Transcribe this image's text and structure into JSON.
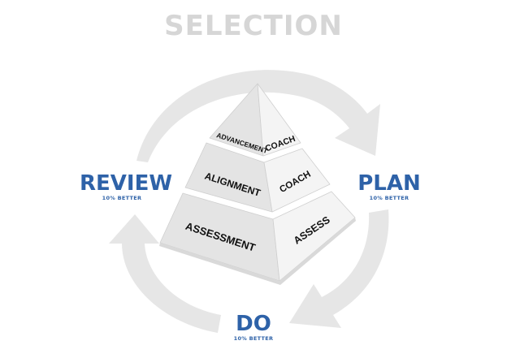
{
  "title": "SELECTION",
  "stages": {
    "review": {
      "label": "REVIEW",
      "sub": "10% BETTER"
    },
    "plan": {
      "label": "PLAN",
      "sub": "10% BETTER"
    },
    "do": {
      "label": "DO",
      "sub": "10% BETTER"
    }
  },
  "pyramid": {
    "top": {
      "front": "ADVANCEMENT",
      "side": "COACH"
    },
    "middle": {
      "front": "ALIGNMENT",
      "side": "COACH"
    },
    "bottom": {
      "front": "ASSESSMENT",
      "side": "ASSESS"
    }
  },
  "colors": {
    "accent": "#2e62a8",
    "title": "#d6d6d6",
    "cycle_arrows": "#e6e6e6",
    "pyramid_front": "#e4e4e4",
    "pyramid_side": "#f4f4f4",
    "pyramid_edge": "#cfcfcf"
  }
}
